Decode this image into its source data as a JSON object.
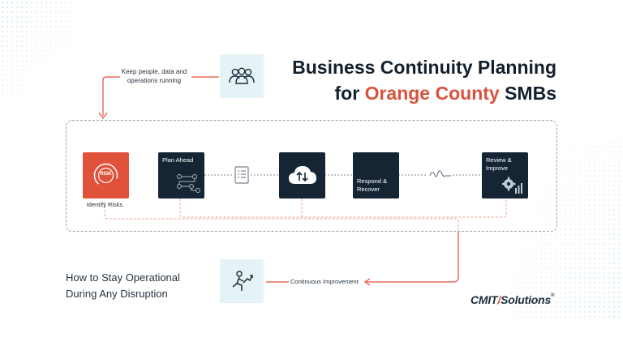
{
  "title": {
    "line1": "Business Continuity Planning",
    "line2_prefix": "for ",
    "line2_accent": "Orange County",
    "line2_suffix": " SMBs"
  },
  "top_note": "Keep people, data and operations running",
  "steps": [
    {
      "label": "Identify Risks",
      "badge": "RISK"
    },
    {
      "label": "Plan Ahead"
    },
    {
      "label": "Respond & Recover"
    },
    {
      "label": "Review & Improve"
    }
  ],
  "subtitle": "How to Stay Operational During Any Disruption",
  "loop_label": "Continuous Improvement",
  "logo": {
    "part1": "CMIT",
    "part2": "Solutions",
    "mark": "®"
  },
  "colors": {
    "accent": "#e0523a",
    "navy": "#152534",
    "iconbg": "#e5f3f6"
  },
  "icons": [
    "people-icon",
    "risk-gauge-icon",
    "flow-nodes-icon",
    "checklist-icon",
    "cloud-sync-icon",
    "signal-wave-icon",
    "gears-icon",
    "growth-person-icon"
  ]
}
